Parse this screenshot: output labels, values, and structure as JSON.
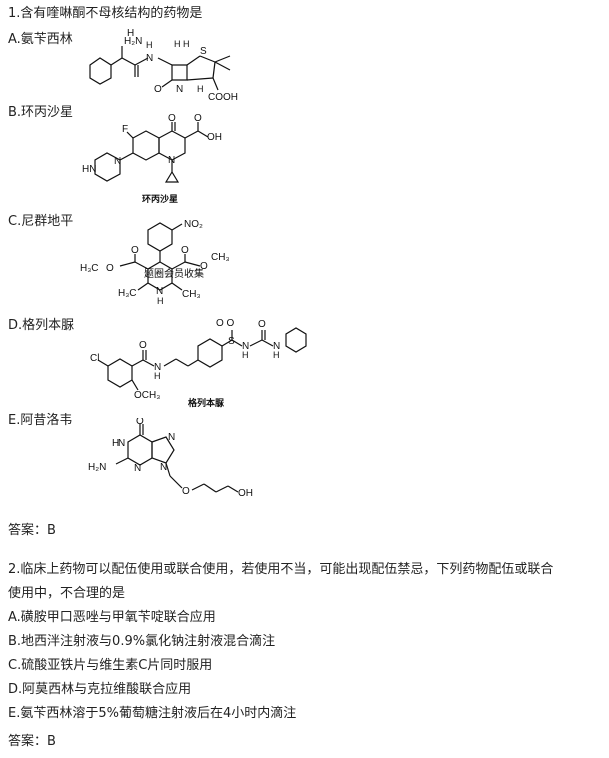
{
  "q1": {
    "stem": "1.含有喹啉酮不母核结构的药物是",
    "options": {
      "a": "A.氨苄西林",
      "b": "B.环丙沙星",
      "c": "C.尼群地平",
      "d": "D.格列本脲",
      "e": "E.阿昔洛韦"
    },
    "captions": {
      "b": "环丙沙星",
      "d": "格列本脲"
    },
    "watermark": "题圈会员收集",
    "answer": "答案：B"
  },
  "q2": {
    "stem_line1": "2.临床上药物可以配伍使用或联合使用，若使用不当，可能出现配伍禁忌，下列药物配伍或联合",
    "stem_line2": "使用中，不合理的是",
    "options": {
      "a": "A.磺胺甲口恶唑与甲氧苄啶联合应用",
      "b": "B.地西泮注射液与0.9%氯化钠注射液混合滴注",
      "c": "C.硫酸亚铁片与维生素C片同时服用",
      "d": "D.阿莫西林与克拉维酸联合应用",
      "e": "E.氨苄西林溶于5%葡萄糖注射液后在4小时内滴注"
    },
    "answer": "答案：B"
  }
}
